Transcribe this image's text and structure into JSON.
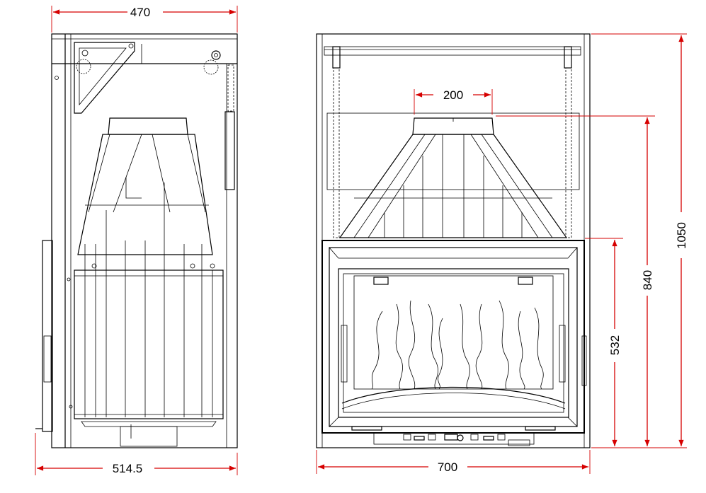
{
  "colors": {
    "dimension": "#d60000",
    "drawing": "#000000",
    "background": "#ffffff"
  },
  "side_view": {
    "width_top": "470",
    "depth_bottom": "514.5"
  },
  "front_view": {
    "flue_diameter": "200",
    "total_height": "1050",
    "flue_height": "840",
    "opening_height": "532",
    "total_width": "700"
  }
}
